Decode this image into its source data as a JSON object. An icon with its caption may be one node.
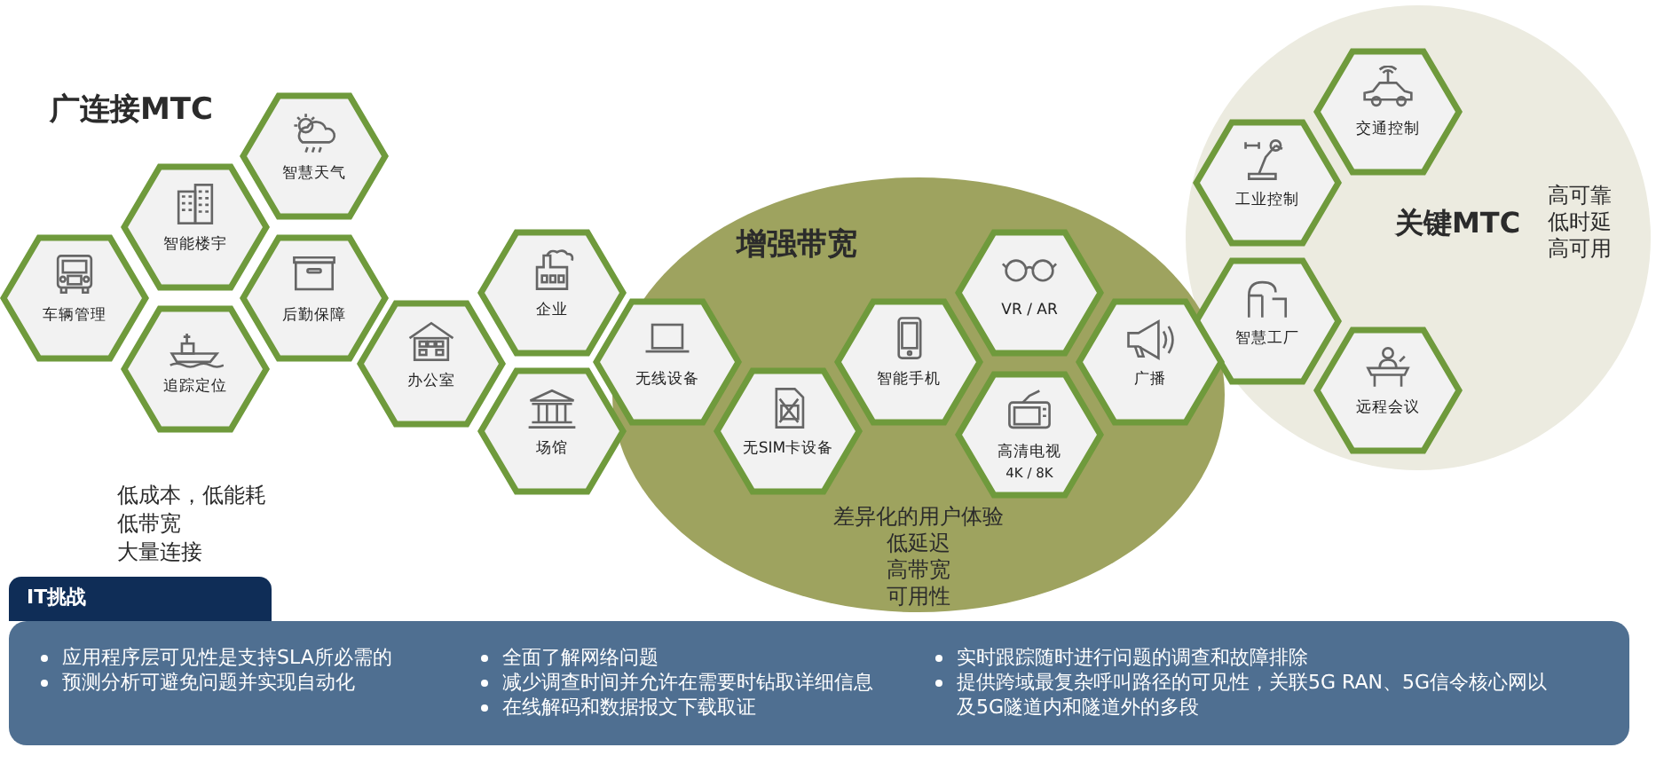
{
  "diagram": {
    "nodes": [
      {
        "text": [
          "智慧天气"
        ]
      },
      {
        "text": [
          "智能楼宇"
        ]
      },
      {
        "text": [
          "车辆管理"
        ]
      },
      {
        "text": [
          "后勤保障"
        ]
      },
      {
        "text": [
          "追踪定位"
        ]
      },
      {
        "text": [
          "办公室"
        ]
      },
      {
        "text": [
          "企业"
        ]
      },
      {
        "text": [
          "场馆"
        ]
      },
      {
        "text": [
          "增强带宽",
          "差异化的用户体验",
          "低延迟",
          "高带宽",
          "可用性"
        ]
      },
      {
        "text": [
          "无线设备"
        ],
        "in": 8
      },
      {
        "text": [
          "无SIM卡设备"
        ],
        "in": 8
      },
      {
        "text": [
          "智能手机"
        ],
        "in": 8
      },
      {
        "text": [
          "VR / AR"
        ],
        "in": 8
      },
      {
        "text": [
          "高清电视",
          "4K / 8K"
        ],
        "in": 8
      },
      {
        "text": [
          "广播"
        ],
        "in": 8
      },
      {
        "text": [
          "关键MTC",
          "高可靠",
          "低时延",
          "高可用"
        ]
      },
      {
        "text": [
          "交通控制"
        ],
        "in": 15
      },
      {
        "text": [
          "工业控制"
        ],
        "in": 15
      },
      {
        "text": [
          "智慧工厂"
        ],
        "in": 15
      },
      {
        "text": [
          "远程会议"
        ],
        "in": 15
      },
      {
        "text": [
          "IT挑战"
        ]
      },
      {
        "text": [
          "应用程序层可见性是支持SLA所必需的",
          "预测分析可避免问题并实现自动化",
          "全面了解网络问题",
          "减少调查时间并允许在需要时钻取详细信息",
          "在线解码和数据报文下载取证",
          "实时跟踪随时进行问题的调查和故障排除",
          "提供跨域最复杂呼叫路径的可见性，关联5G RAN、5G信令核心网以及5G隧道内和隧道外的多段"
        ]
      }
    ],
    "edges": [],
    "labels": [
      "广连接MTC",
      "低成本，低能耗",
      "低带宽",
      "大量连接"
    ]
  }
}
